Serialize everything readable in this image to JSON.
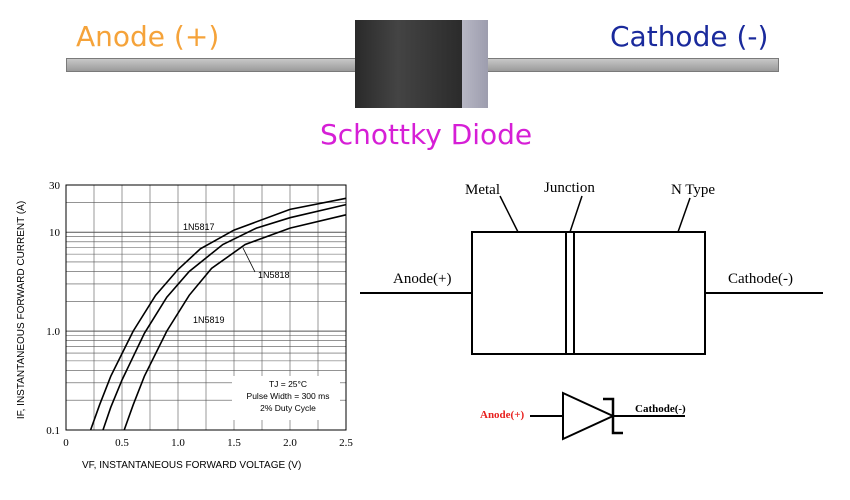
{
  "photo": {
    "anode_label": "Anode (+)",
    "cathode_label": "Cathode (-)",
    "title": "Schottky Diode"
  },
  "structure": {
    "metal": "Metal",
    "junction": "Junction",
    "ntype": "N Type",
    "anode": "Anode(+)",
    "cathode": "Cathode(-)"
  },
  "symbol": {
    "anode": "Anode(+)",
    "cathode": "Cathode(-)",
    "anode_color": "#e8201e"
  },
  "chart_data": {
    "type": "line",
    "xlabel": "VF, INSTANTANEOUS FORWARD VOLTAGE (V)",
    "ylabel": "IF, INSTANTANEOUS FORWARD CURRENT (A)",
    "xlim": [
      0,
      2.5
    ],
    "ylim": [
      0.1,
      30
    ],
    "yscale": "log",
    "grid": true,
    "x_ticks": [
      "0",
      "0.5",
      "1.0",
      "1.5",
      "2.0",
      "2.5"
    ],
    "y_ticks": [
      "0.1",
      "1.0",
      "10",
      "30"
    ],
    "annotation": [
      "TJ = 25°C",
      "Pulse Width = 300 ms",
      "2% Duty Cycle"
    ],
    "series": [
      {
        "name": "1N5817",
        "x": [
          0.22,
          0.3,
          0.4,
          0.6,
          0.8,
          1.0,
          1.2,
          1.5,
          2.0,
          2.5
        ],
        "y": [
          0.1,
          0.18,
          0.35,
          1.0,
          2.3,
          4.2,
          6.8,
          10.5,
          17,
          22
        ]
      },
      {
        "name": "1N5818",
        "x": [
          0.33,
          0.4,
          0.5,
          0.7,
          0.9,
          1.1,
          1.4,
          1.7,
          2.0,
          2.5
        ],
        "y": [
          0.1,
          0.17,
          0.32,
          0.95,
          2.2,
          4.0,
          7.5,
          11,
          14,
          19
        ]
      },
      {
        "name": "1N5819",
        "x": [
          0.52,
          0.6,
          0.7,
          0.9,
          1.1,
          1.3,
          1.6,
          2.0,
          2.5
        ],
        "y": [
          0.1,
          0.18,
          0.35,
          1.0,
          2.3,
          4.3,
          7.5,
          11,
          15
        ]
      }
    ]
  }
}
